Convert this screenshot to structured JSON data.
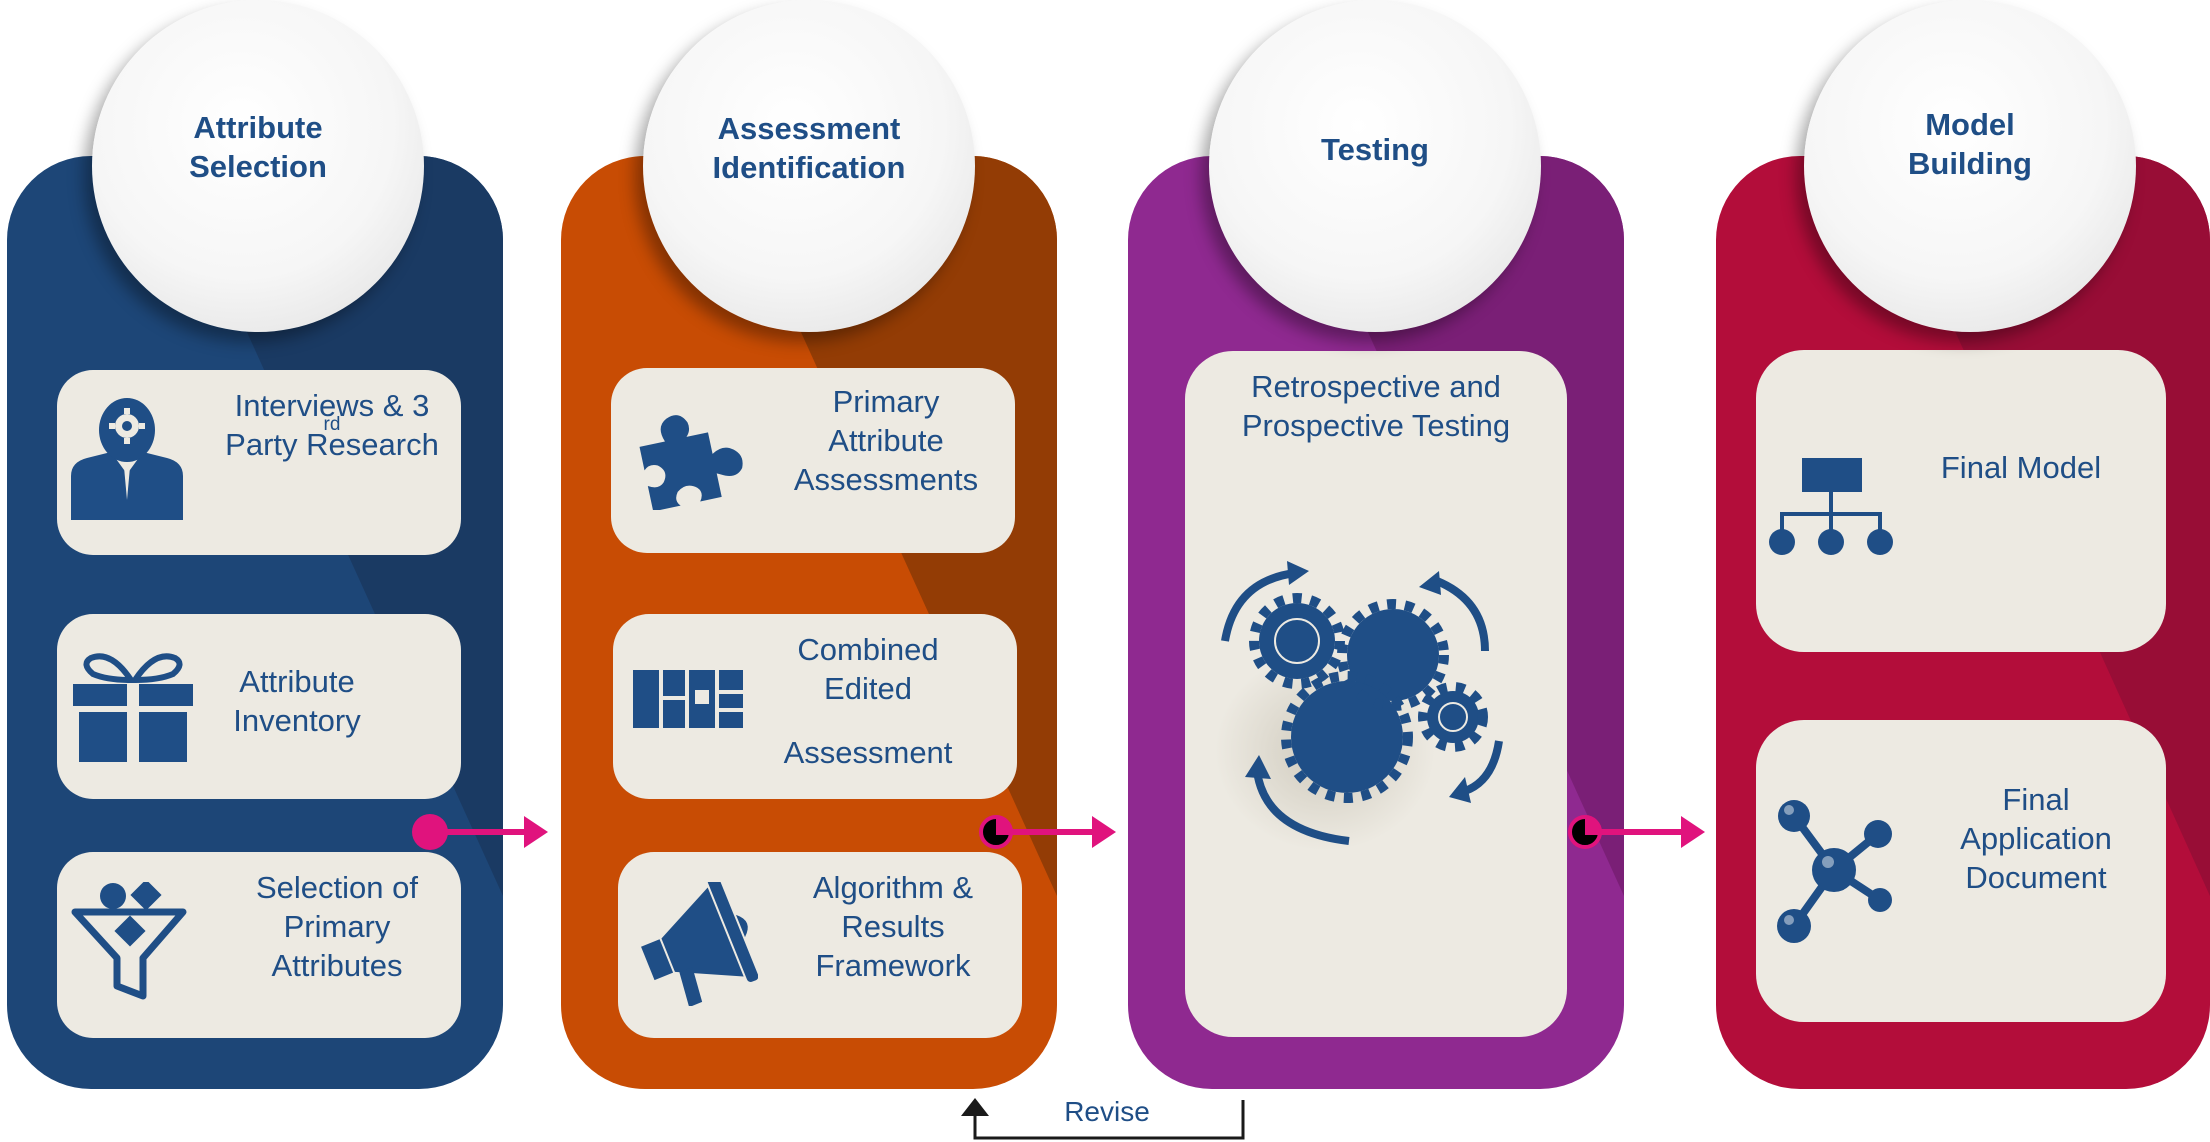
{
  "stages": [
    {
      "title_lines": [
        "Attribute",
        "Selection"
      ],
      "cards": [
        {
          "lines": [
            "Interviews &  3",
            "Party  Research"
          ],
          "superscript": "rd",
          "icon": "consultant-icon"
        },
        {
          "lines": [
            "Attribute",
            "Inventory"
          ],
          "icon": "gift-box-icon"
        },
        {
          "lines": [
            "Selection of",
            "Primary",
            "Attributes"
          ],
          "icon": "filter-funnel-icon"
        }
      ]
    },
    {
      "title_lines": [
        "Assessment",
        "Identification"
      ],
      "cards": [
        {
          "lines": [
            "Primary",
            "Attribute",
            "Assessments"
          ],
          "icon": "puzzle-piece-icon"
        },
        {
          "lines": [
            "Combined",
            "Edited",
            "Assessment"
          ],
          "icon": "blocks-grid-icon"
        },
        {
          "lines": [
            "Algorithm &",
            "Results",
            "Framework"
          ],
          "icon": "megaphone-icon"
        }
      ]
    },
    {
      "title_lines": [
        "Testing"
      ],
      "cards": [
        {
          "lines": [
            "Retrospective and",
            "Prospective  Testing"
          ],
          "icon": "gears-cycle-icon"
        }
      ]
    },
    {
      "title_lines": [
        "Model",
        "Building"
      ],
      "cards": [
        {
          "lines": [
            "Final Model"
          ],
          "icon": "hierarchy-chart-icon"
        },
        {
          "lines": [
            "Final",
            "Application",
            "Document"
          ],
          "icon": "network-nodes-icon"
        }
      ]
    }
  ],
  "revise_label": "Revise",
  "colors": {
    "blue": "#1f4a7c",
    "orange": "#c94e04",
    "purple": "#8c2a8b",
    "crimson": "#b40f3a",
    "card": "#edeae2",
    "text": "#1f4e86",
    "arrow": "#e0137d"
  }
}
